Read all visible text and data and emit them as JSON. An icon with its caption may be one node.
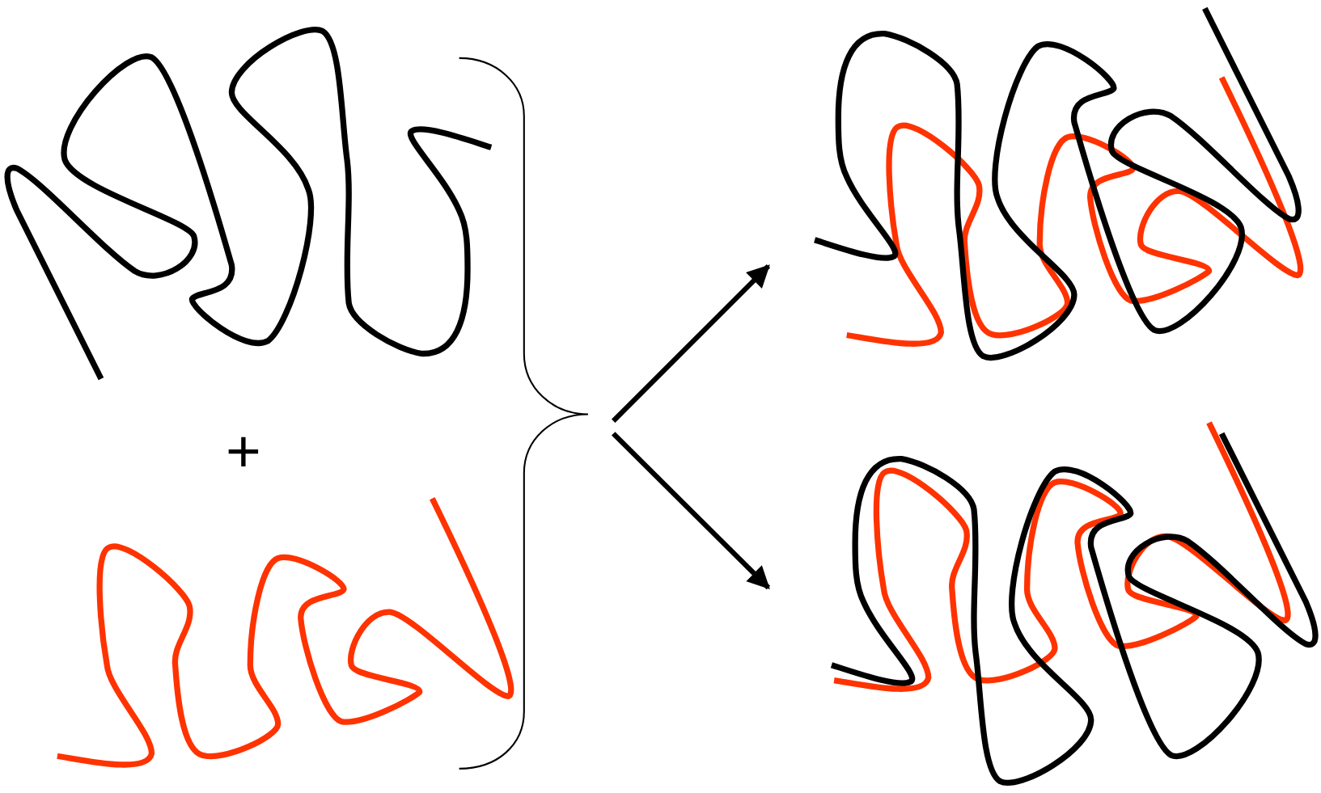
{
  "diagram": {
    "nodes": [
      {
        "text": [],
        "shape": "picture"
      },
      {
        "text": [],
        "shape": "picture"
      },
      {
        "text": [],
        "shape": "picture"
      },
      {
        "text": [],
        "shape": "picture"
      }
    ],
    "edges": [
      {
        "from": null,
        "to": 2,
        "arrow": "to"
      },
      {
        "from": null,
        "to": 3,
        "arrow": "to"
      }
    ],
    "labels": [
      "+"
    ]
  }
}
